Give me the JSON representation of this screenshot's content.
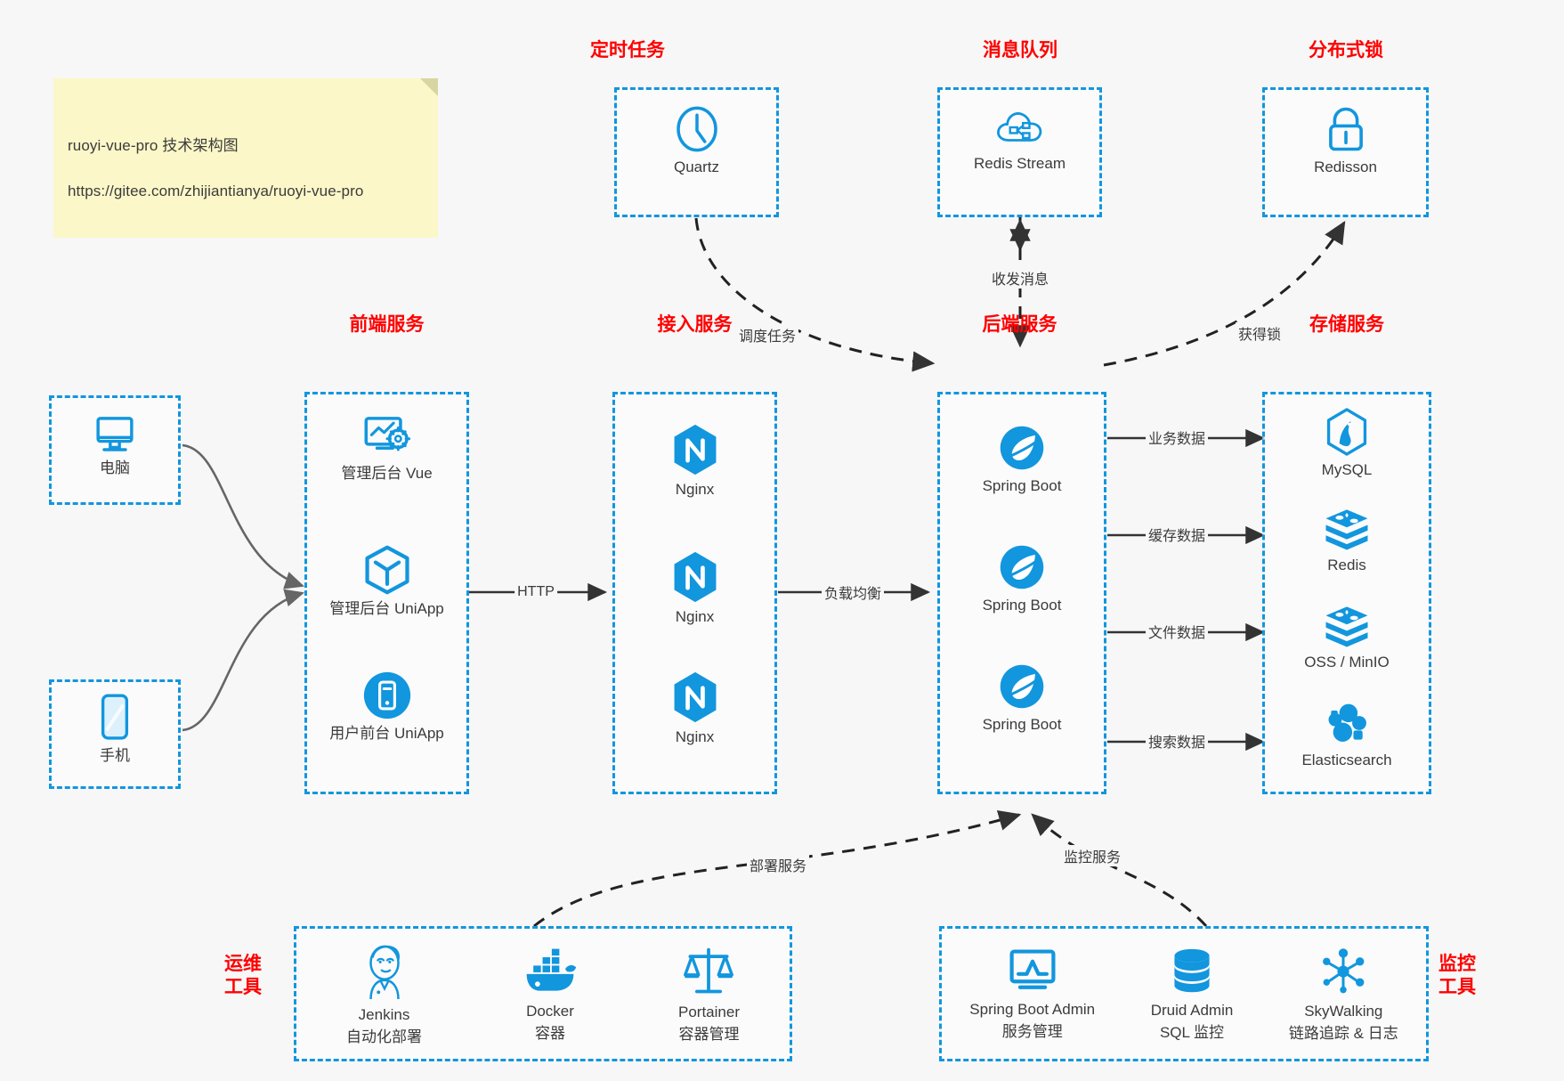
{
  "note": {
    "line1": "ruoyi-vue-pro 技术架构图",
    "line2": "https://gitee.com/zhijiantianya/ruoyi-vue-pro"
  },
  "colors": {
    "accent_blue": "#1296de",
    "title_red": "#ff0000",
    "text_gray": "#3b3b3b",
    "note_yellow": "#fbf7c8",
    "background": "#f7f7f7",
    "arrow_dark": "#333333",
    "client_link_gray": "#666666"
  },
  "groups": {
    "scheduler": {
      "title": "定时任务",
      "nodes": [
        {
          "label": "Quartz",
          "icon": "clock-icon"
        }
      ]
    },
    "mq": {
      "title": "消息队列",
      "nodes": [
        {
          "label": "Redis Stream",
          "icon": "cloud-stream-icon"
        }
      ]
    },
    "lock": {
      "title": "分布式锁",
      "nodes": [
        {
          "label": "Redisson",
          "icon": "lock-icon"
        }
      ]
    },
    "clients": {
      "nodes": [
        {
          "label": "电脑",
          "icon": "desktop-icon"
        },
        {
          "label": "手机",
          "icon": "mobile-icon"
        }
      ]
    },
    "frontend": {
      "title": "前端服务",
      "nodes": [
        {
          "label": "管理后台 Vue",
          "icon": "dashboard-gear-icon"
        },
        {
          "label": "管理后台 UniApp",
          "icon": "hexagon-cube-icon"
        },
        {
          "label": "用户前台 UniApp",
          "icon": "mobile-app-icon"
        }
      ]
    },
    "gateway": {
      "title": "接入服务",
      "nodes": [
        {
          "label": "Nginx",
          "icon": "nginx-icon"
        },
        {
          "label": "Nginx",
          "icon": "nginx-icon"
        },
        {
          "label": "Nginx",
          "icon": "nginx-icon"
        }
      ]
    },
    "backend": {
      "title": "后端服务",
      "nodes": [
        {
          "label": "Spring Boot",
          "icon": "spring-boot-icon"
        },
        {
          "label": "Spring Boot",
          "icon": "spring-boot-icon"
        },
        {
          "label": "Spring Boot",
          "icon": "spring-boot-icon"
        }
      ]
    },
    "storage": {
      "title": "存储服务",
      "nodes": [
        {
          "label": "MySQL",
          "icon": "mysql-icon"
        },
        {
          "label": "Redis",
          "icon": "redis-icon"
        },
        {
          "label": "OSS / MinIO",
          "icon": "redis-stack-icon"
        },
        {
          "label": "Elasticsearch",
          "icon": "elasticsearch-icon"
        }
      ]
    },
    "devops": {
      "title": "运维\n工具",
      "nodes": [
        {
          "label": "Jenkins",
          "sub": "自动化部署",
          "icon": "jenkins-icon"
        },
        {
          "label": "Docker",
          "sub": "容器",
          "icon": "docker-icon"
        },
        {
          "label": "Portainer",
          "sub": "容器管理",
          "icon": "scales-icon"
        }
      ]
    },
    "monitor": {
      "title": "监控\n工具",
      "nodes": [
        {
          "label": "Spring Boot Admin",
          "sub": "服务管理",
          "icon": "monitor-chart-icon"
        },
        {
          "label": "Druid Admin",
          "sub": "SQL 监控",
          "icon": "database-icon"
        },
        {
          "label": "SkyWalking",
          "sub": "链路追踪 & 日志",
          "icon": "skywalking-icon"
        }
      ]
    }
  },
  "edges": {
    "http": "HTTP",
    "load_balance": "负载均衡",
    "schedule_task": "调度任务",
    "send_receive_message": "收发消息",
    "acquire_lock": "获得锁",
    "business_data": "业务数据",
    "cache_data": "缓存数据",
    "file_data": "文件数据",
    "search_data": "搜索数据",
    "deploy_service": "部署服务",
    "monitor_service": "监控服务"
  }
}
